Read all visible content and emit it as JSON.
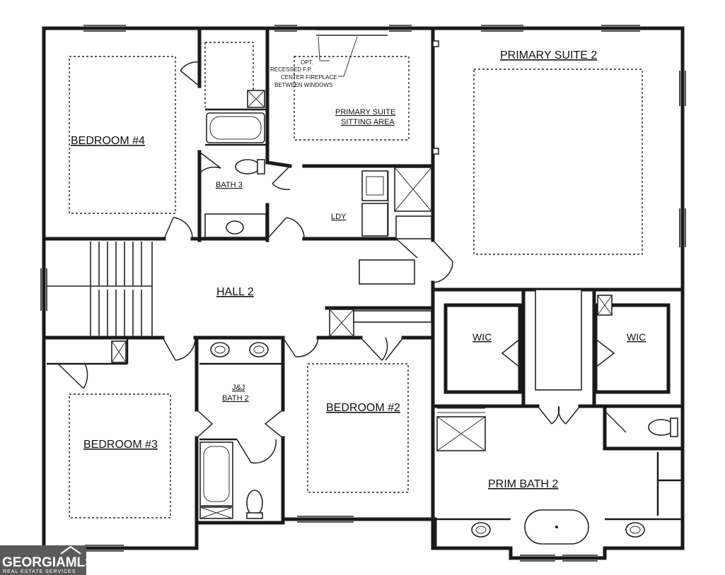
{
  "rooms": {
    "bedroom4": "BEDROOM #4",
    "bath3": "BATH 3",
    "sitting_line1": "PRIMARY SUITE",
    "sitting_line2": "SITTING AREA",
    "primary_suite": "PRIMARY SUITE 2",
    "laundry": "LDY",
    "hall": "HALL 2",
    "wic_left": "WIC",
    "wic_right": "WIC",
    "bedroom3": "BEDROOM #3",
    "jj_line1": "J&J",
    "jj_line2": "BATH 2",
    "bedroom2": "BEDROOM #2",
    "prim_bath": "PRIM BATH 2"
  },
  "notes": {
    "line1": "OPT.",
    "line2": "RECESSED F.P.",
    "line3": "CENTER FIREPLACE",
    "line4": "BETWEEN WINDOWS"
  },
  "logo": {
    "brand": "GEORGIAMLS",
    "sub": "REAL ESTATE SERVICES"
  }
}
